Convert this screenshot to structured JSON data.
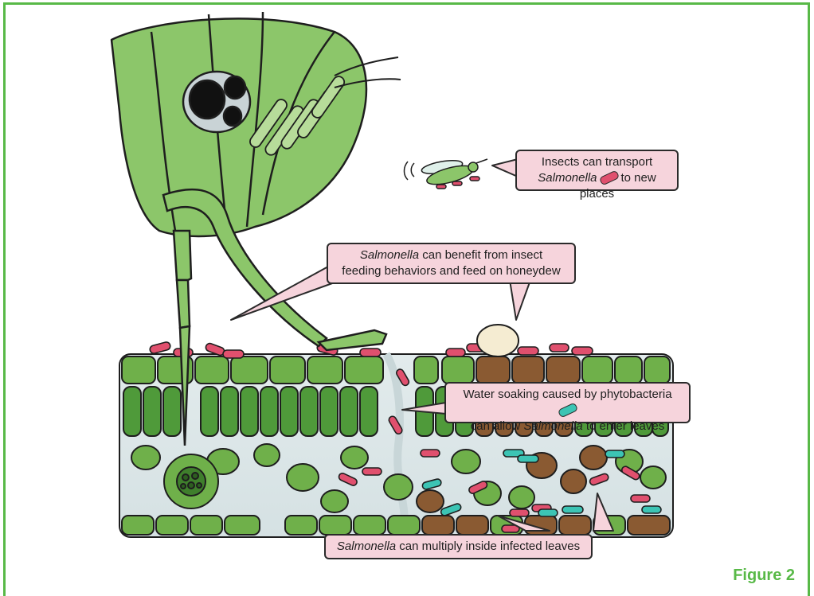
{
  "callouts": {
    "transport_line1": "Insects can transport",
    "transport_salmonella": "Salmonella",
    "transport_line2_tail": "to new places",
    "feeding_salmonella": "Salmonella",
    "feeding_line1_tail": "can benefit from insect",
    "feeding_line2": "feeding behaviors and feed on honeydew",
    "water_line1": "Water soaking caused by phytobacteria",
    "water_line2_head": "can allow",
    "water_salmonella": "Salmonella",
    "water_line2_tail": "to enter leaves",
    "multiply_salmonella": "Salmonella",
    "multiply_tail": "can multiply inside infected leaves"
  },
  "figure_label": "Figure 2",
  "colors": {
    "frame_green": "#58b947",
    "callout_fill": "#f6d4dc",
    "salmonella_pink": "#e0506e",
    "phytobacteria_teal": "#3cc4b4",
    "leaf_cell_green": "#6fb04a",
    "infected_cell_brown": "#8a5a32",
    "insect_green": "#8cc66a"
  },
  "icons": {
    "salmonella": "salmonella-bacterium-icon",
    "phytobacteria": "phytobacteria-icon"
  }
}
